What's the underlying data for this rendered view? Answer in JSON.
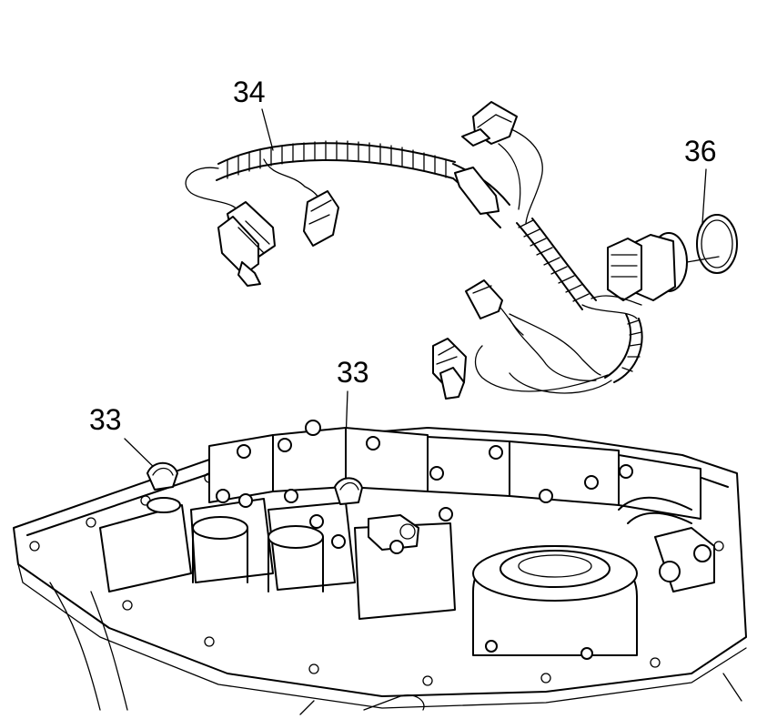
{
  "diagram": {
    "callouts": [
      {
        "id": "callout-34",
        "text": "34"
      },
      {
        "id": "callout-36",
        "text": "36"
      },
      {
        "id": "callout-33-left",
        "text": "33"
      },
      {
        "id": "callout-33-center",
        "text": "33"
      }
    ],
    "parts": [
      {
        "name": "wiring-harness",
        "callout": "34"
      },
      {
        "name": "o-ring-seal",
        "callout": "36"
      },
      {
        "name": "harness-retaining-clip",
        "callout": "33"
      }
    ]
  }
}
